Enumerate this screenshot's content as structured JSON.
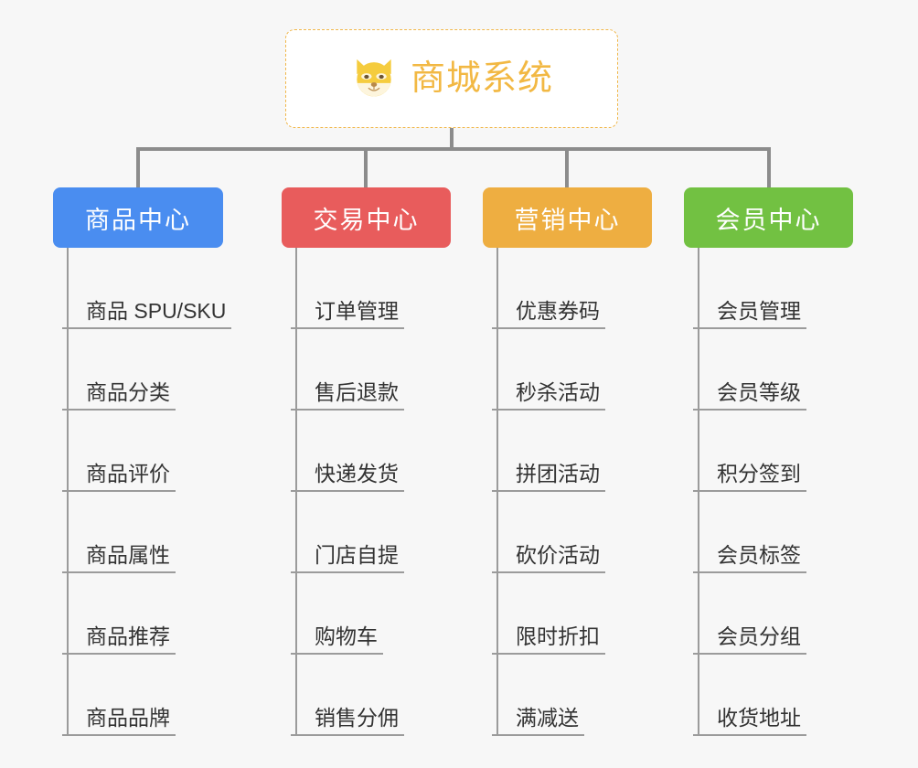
{
  "root": {
    "title": "商城系统",
    "icon": "shiba-dog-face-emoji",
    "border_color": "#f0b74a",
    "text_color": "#f2b843",
    "background": "#ffffff"
  },
  "canvas": {
    "background": "#f7f7f7",
    "connector_color": "#8c8c8c",
    "leaf_line_color": "#9b9b9b",
    "leaf_text_color": "#333333"
  },
  "columns": [
    {
      "title": "商品中心",
      "color": "#4a8df0",
      "items": [
        "商品 SPU/SKU",
        "商品分类",
        "商品评价",
        "商品属性",
        "商品推荐",
        "商品品牌"
      ]
    },
    {
      "title": "交易中心",
      "color": "#e85c5c",
      "items": [
        "订单管理",
        "售后退款",
        "快递发货",
        "门店自提",
        "购物车",
        "销售分佣"
      ]
    },
    {
      "title": "营销中心",
      "color": "#eeae41",
      "items": [
        "优惠券码",
        "秒杀活动",
        "拼团活动",
        "砍价活动",
        "限时折扣",
        "满减送"
      ]
    },
    {
      "title": "会员中心",
      "color": "#72c142",
      "items": [
        "会员管理",
        "会员等级",
        "积分签到",
        "会员标签",
        "会员分组",
        "收货地址"
      ]
    }
  ]
}
